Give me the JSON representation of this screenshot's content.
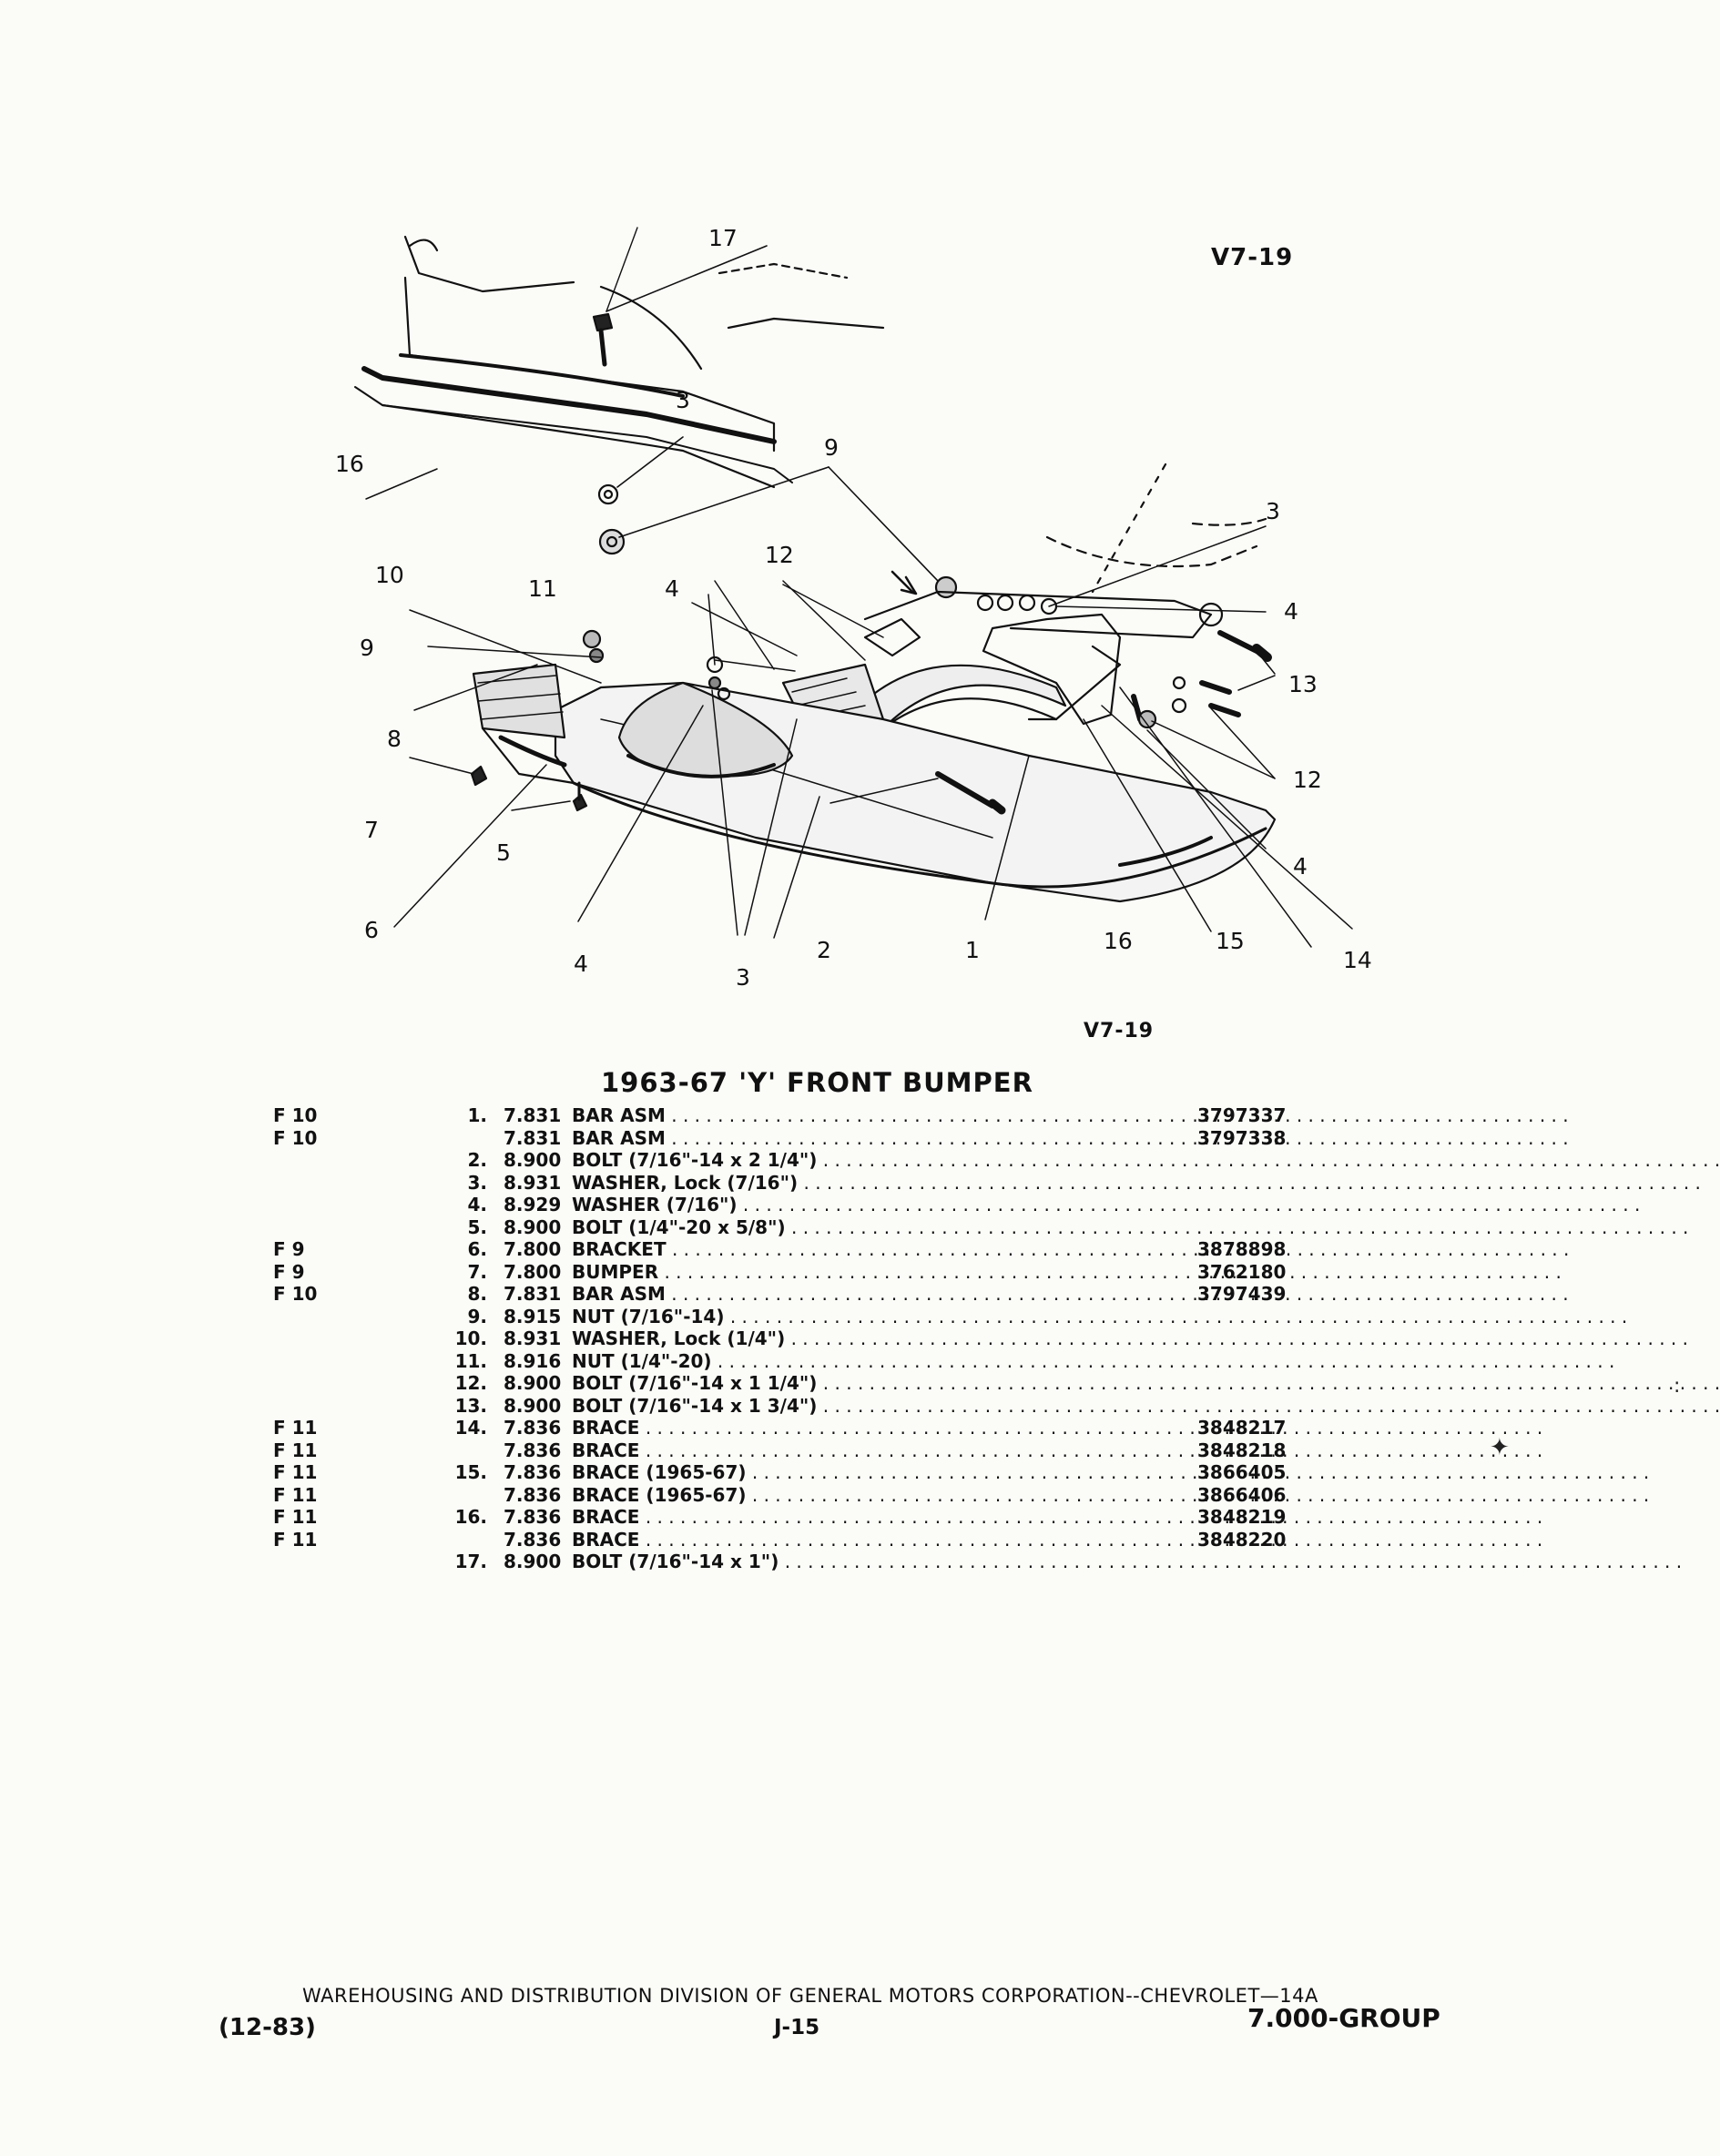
{
  "figure": {
    "label_top": "V7-19",
    "label_bottom": "V7-19"
  },
  "callouts": [
    "17",
    "3",
    "16",
    "9",
    "3",
    "4",
    "12",
    "10",
    "11",
    "4",
    "9",
    "8",
    "13",
    "12",
    "7",
    "5",
    "4",
    "6",
    "4",
    "3",
    "2",
    "1",
    "16",
    "15",
    "14"
  ],
  "title": "1963-67 'Y' FRONT BUMPER",
  "parts": [
    {
      "code": "F 10",
      "num": "1.",
      "grp": "7.831",
      "desc": "BAR ASM",
      "pn": "3797337"
    },
    {
      "code": "F 10",
      "num": "",
      "grp": "7.831",
      "desc": "BAR ASM",
      "pn": "3797338"
    },
    {
      "code": "",
      "num": "2.",
      "grp": "8.900",
      "desc": "BOLT (7/16\"-14 x 2 1/4\")",
      "pn": ""
    },
    {
      "code": "",
      "num": "3.",
      "grp": "8.931",
      "desc": "WASHER, Lock (7/16\")",
      "pn": ""
    },
    {
      "code": "",
      "num": "4.",
      "grp": "8.929",
      "desc": "WASHER (7/16\")",
      "pn": ""
    },
    {
      "code": "",
      "num": "5.",
      "grp": "8.900",
      "desc": "BOLT (1/4\"-20 x 5/8\")",
      "pn": ""
    },
    {
      "code": "F 9",
      "num": "6.",
      "grp": "7.800",
      "desc": "BRACKET",
      "pn": "3878898"
    },
    {
      "code": "F 9",
      "num": "7.",
      "grp": "7.800",
      "desc": "BUMPER",
      "pn": "3762180"
    },
    {
      "code": "F 10",
      "num": "8.",
      "grp": "7.831",
      "desc": "BAR ASM",
      "pn": "3797439"
    },
    {
      "code": "",
      "num": "9.",
      "grp": "8.915",
      "desc": "NUT (7/16\"-14)",
      "pn": ""
    },
    {
      "code": "",
      "num": "10.",
      "grp": "8.931",
      "desc": "WASHER, Lock (1/4\")",
      "pn": ""
    },
    {
      "code": "",
      "num": "11.",
      "grp": "8.916",
      "desc": "NUT (1/4\"-20)",
      "pn": ""
    },
    {
      "code": "",
      "num": "12.",
      "grp": "8.900",
      "desc": "BOLT (7/16\"-14 x 1 1/4\")",
      "pn": ""
    },
    {
      "code": "",
      "num": "13.",
      "grp": "8.900",
      "desc": "BOLT (7/16\"-14 x 1 3/4\")",
      "pn": ""
    },
    {
      "code": "F 11",
      "num": "14.",
      "grp": "7.836",
      "desc": "BRACE",
      "pn": "3848217"
    },
    {
      "code": "F 11",
      "num": "",
      "grp": "7.836",
      "desc": "BRACE",
      "pn": "3848218"
    },
    {
      "code": "F 11",
      "num": "15.",
      "grp": "7.836",
      "desc": "BRACE (1965-67)",
      "pn": "3866405"
    },
    {
      "code": "F 11",
      "num": "",
      "grp": "7.836",
      "desc": "BRACE (1965-67)",
      "pn": "3866406"
    },
    {
      "code": "F 11",
      "num": "16.",
      "grp": "7.836",
      "desc": "BRACE",
      "pn": "3848219"
    },
    {
      "code": "F 11",
      "num": "",
      "grp": "7.836",
      "desc": "BRACE",
      "pn": "3848220"
    },
    {
      "code": "",
      "num": "17.",
      "grp": "8.900",
      "desc": "BOLT (7/16\"-14 x 1\")",
      "pn": ""
    }
  ],
  "footer": {
    "line": "WAREHOUSING AND DISTRIBUTION DIVISION OF GENERAL MOTORS CORPORATION--CHEVROLET—14A",
    "date": "(12-83)",
    "page": "J-15",
    "group": "7.000-GROUP"
  }
}
